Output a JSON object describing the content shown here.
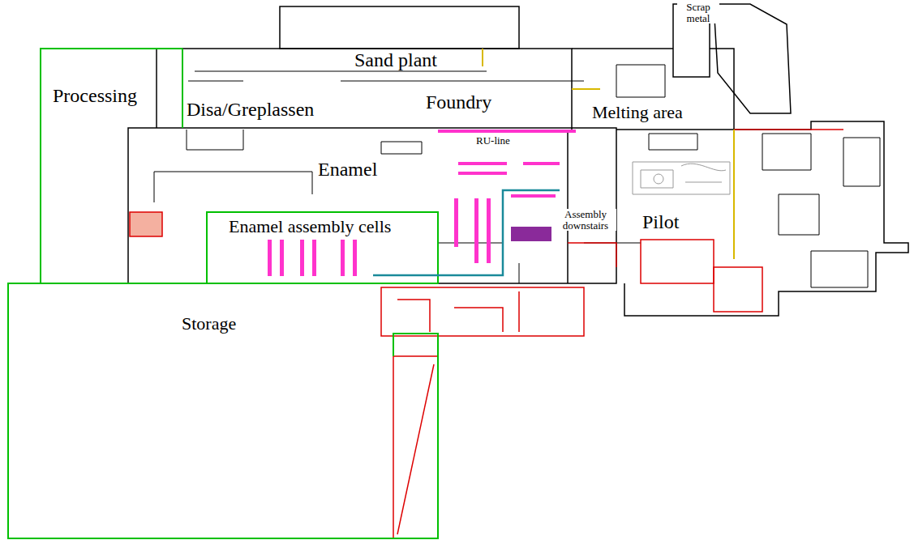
{
  "diagram": {
    "labels": [
      "Scrap metal",
      "Sand plant",
      "Processing",
      "Disa/Greplassen",
      "Foundry",
      "Melting area",
      "Enamel",
      "RU-line",
      "Enamel assembly cells",
      "Assembly downstairs",
      "Pilot",
      "Storage"
    ]
  }
}
